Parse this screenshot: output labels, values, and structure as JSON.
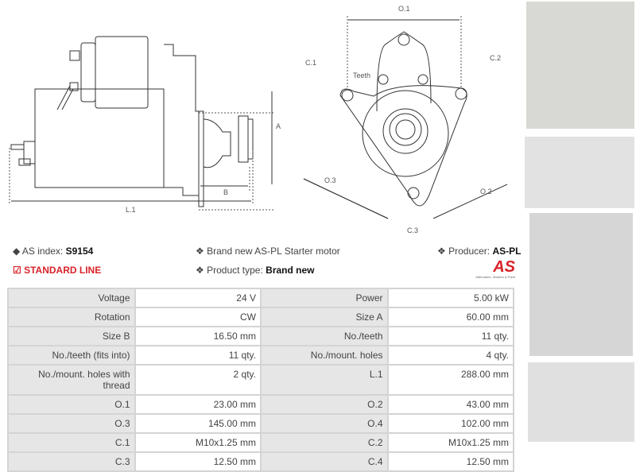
{
  "diagram": {
    "side_labels": {
      "a": "A",
      "b": "B",
      "l1": "L.1"
    },
    "front_labels": {
      "o1": "O.1",
      "o2": "O.2",
      "o3": "O.3",
      "c1": "C.1",
      "c2": "C.2",
      "c3": "C.3",
      "teeth": "Teeth"
    }
  },
  "info": {
    "as_index_label": "AS index:",
    "as_index_value": "S9154",
    "standard_line": "STANDARD LINE",
    "description": "Brand new AS-PL Starter motor",
    "product_type_label": "Product type:",
    "product_type_value": "Brand new",
    "producer_label": "Producer:",
    "producer_value": "AS-PL",
    "logo_text": "AS",
    "logo_tagline": "Alternators, Starters & Parts"
  },
  "colors": {
    "accent": "#d8232a",
    "label_bg": "#e6e6e6",
    "border": "#d4d4d4"
  },
  "specs": [
    [
      "Voltage",
      "24 V",
      "Power",
      "5.00 kW"
    ],
    [
      "Rotation",
      "CW",
      "Size A",
      "60.00 mm"
    ],
    [
      "Size B",
      "16.50 mm",
      "No./teeth",
      "11 qty."
    ],
    [
      "No./teeth (fits into)",
      "11 qty.",
      "No./mount. holes",
      "4 qty."
    ],
    [
      "No./mount. holes with thread",
      "2 qty.",
      "L.1",
      "288.00 mm"
    ],
    [
      "O.1",
      "23.00 mm",
      "O.2",
      "43.00 mm"
    ],
    [
      "O.3",
      "145.00 mm",
      "O.4",
      "102.00 mm"
    ],
    [
      "C.1",
      "M10x1.25 mm",
      "C.2",
      "M10x1.25 mm"
    ],
    [
      "C.3",
      "12.50 mm",
      "C.4",
      "12.50 mm"
    ]
  ]
}
